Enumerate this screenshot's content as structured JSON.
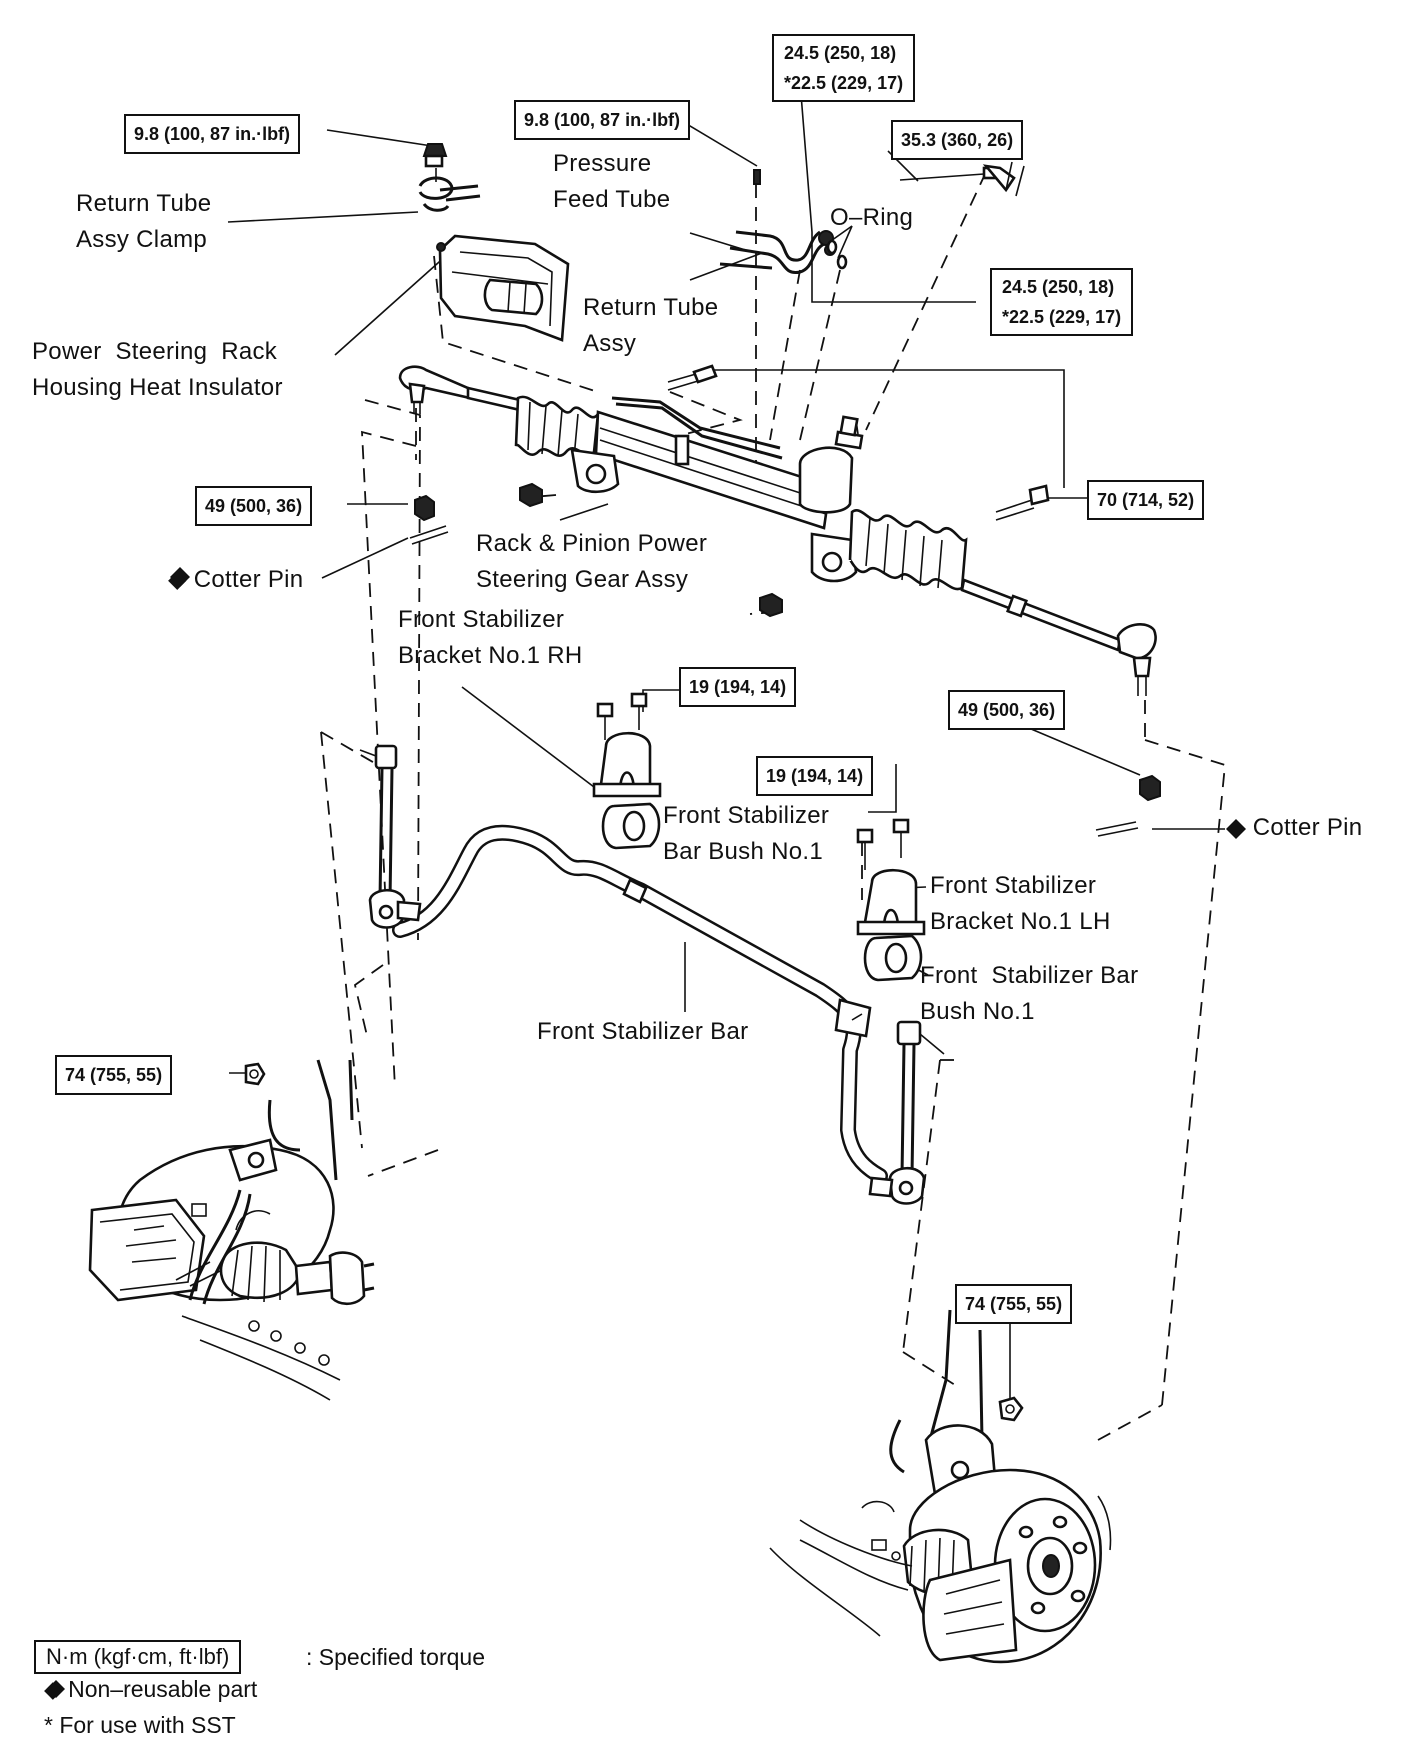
{
  "torque_specs": {
    "clamp_nut": "9.8 (100, 87 in.·lbf)",
    "feed_tube_bolt": "9.8 (100, 87 in.·lbf)",
    "union_upper_line1": "24.5 (250, 18)",
    "union_upper_line2": "*22.5 (229, 17)",
    "bracket_bolt": "35.3 (360, 26)",
    "union_lower_line1": "24.5 (250, 18)",
    "union_lower_line2": "*22.5 (229, 17)",
    "gear_mount_bolt": "70 (714, 52)",
    "tie_rod_nut_left": "49 (500, 36)",
    "tie_rod_nut_right": "49 (500, 36)",
    "stab_bracket_rh_bolt": "19 (194, 14)",
    "stab_bracket_lh_bolt": "19 (194, 14)",
    "link_nut_left": "74 (755, 55)",
    "link_nut_right": "74 (755, 55)"
  },
  "labels": {
    "return_tube_clamp": "Return Tube\nAssy Clamp",
    "pressure_feed_tube": "Pressure\nFeed Tube",
    "o_ring": "O–Ring",
    "return_tube_assy": "Return Tube\nAssy",
    "heat_insulator": "Power  Steering  Rack\nHousing Heat Insulator",
    "rack_pinion": "Rack & Pinion Power\nSteering Gear Assy",
    "cotter_pin_left": "◆ Cotter Pin",
    "cotter_pin_right": "◆ Cotter Pin",
    "stab_bracket_rh": "Front Stabilizer\nBracket No.1 RH",
    "stab_bush_rh": "Front Stabilizer\nBar Bush No.1",
    "stab_bracket_lh": "Front Stabilizer\nBracket No.1 LH",
    "stab_bush_lh": "Front  Stabilizer Bar\nBush No.1",
    "stab_bar": "Front Stabilizer Bar"
  },
  "legend": {
    "unit_box": "N·m (kgf·cm, ft·lbf)",
    "unit_desc": ": Specified torque",
    "non_reusable": "◆ Non–reusable part",
    "sst_note": "* For use with SST"
  }
}
